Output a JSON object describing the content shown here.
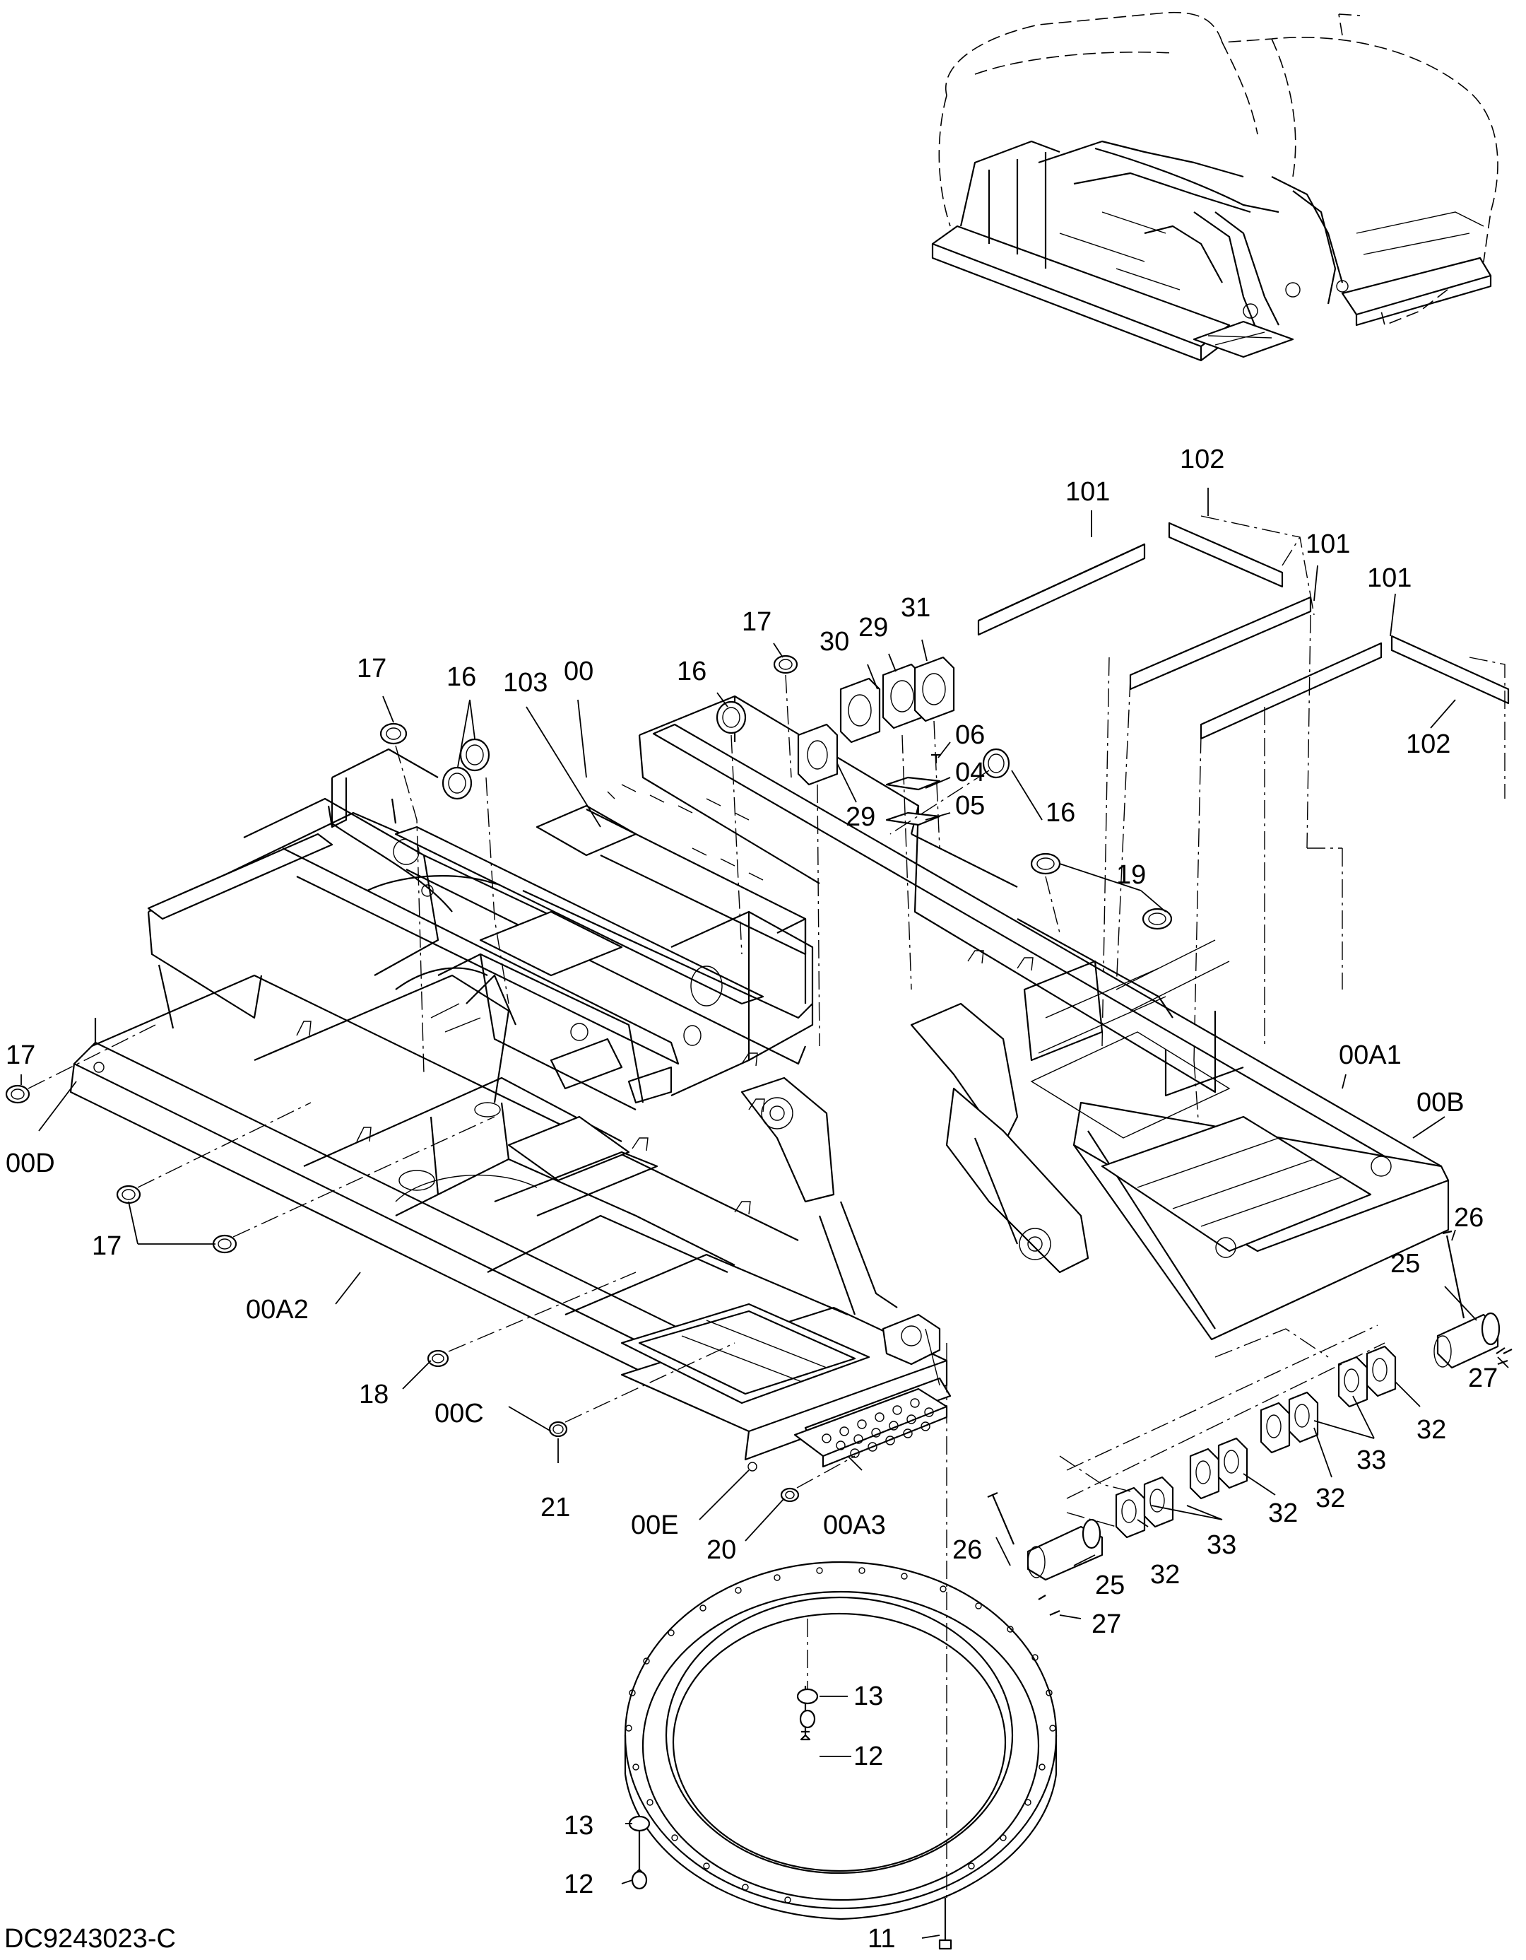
{
  "drawing": {
    "code": "DC9243023-C"
  },
  "callouts": [
    {
      "id": "c-101a",
      "text": "101"
    },
    {
      "id": "c-102a",
      "text": "102"
    },
    {
      "id": "c-101b",
      "text": "101"
    },
    {
      "id": "c-101c",
      "text": "101"
    },
    {
      "id": "c-102b",
      "text": "102"
    },
    {
      "id": "c-17a",
      "text": "17"
    },
    {
      "id": "c-16a",
      "text": "16"
    },
    {
      "id": "c-103",
      "text": "103"
    },
    {
      "id": "c-00",
      "text": "00"
    },
    {
      "id": "c-16b",
      "text": "16"
    },
    {
      "id": "c-17b",
      "text": "17"
    },
    {
      "id": "c-30",
      "text": "30"
    },
    {
      "id": "c-29a",
      "text": "29"
    },
    {
      "id": "c-31",
      "text": "31"
    },
    {
      "id": "c-29b",
      "text": "29"
    },
    {
      "id": "c-06",
      "text": "06"
    },
    {
      "id": "c-04",
      "text": "04"
    },
    {
      "id": "c-05",
      "text": "05"
    },
    {
      "id": "c-16c",
      "text": "16"
    },
    {
      "id": "c-19",
      "text": "19"
    },
    {
      "id": "c-17c",
      "text": "17"
    },
    {
      "id": "c-00D",
      "text": "00D"
    },
    {
      "id": "c-17d",
      "text": "17"
    },
    {
      "id": "c-00A2",
      "text": "00A2"
    },
    {
      "id": "c-00A1",
      "text": "00A1"
    },
    {
      "id": "c-00B",
      "text": "00B"
    },
    {
      "id": "c-26a",
      "text": "26"
    },
    {
      "id": "c-25a",
      "text": "25"
    },
    {
      "id": "c-27a",
      "text": "27"
    },
    {
      "id": "c-18",
      "text": "18"
    },
    {
      "id": "c-00C",
      "text": "00C"
    },
    {
      "id": "c-21",
      "text": "21"
    },
    {
      "id": "c-00E",
      "text": "00E"
    },
    {
      "id": "c-20",
      "text": "20"
    },
    {
      "id": "c-00A3",
      "text": "00A3"
    },
    {
      "id": "c-32a",
      "text": "32"
    },
    {
      "id": "c-33a",
      "text": "33"
    },
    {
      "id": "c-32b",
      "text": "32"
    },
    {
      "id": "c-32c",
      "text": "32"
    },
    {
      "id": "c-33b",
      "text": "33"
    },
    {
      "id": "c-32d",
      "text": "32"
    },
    {
      "id": "c-26b",
      "text": "26"
    },
    {
      "id": "c-25b",
      "text": "25"
    },
    {
      "id": "c-27b",
      "text": "27"
    },
    {
      "id": "c-13a",
      "text": "13"
    },
    {
      "id": "c-12a",
      "text": "12"
    },
    {
      "id": "c-13b",
      "text": "13"
    },
    {
      "id": "c-12b",
      "text": "12"
    },
    {
      "id": "c-11",
      "text": "11"
    }
  ]
}
